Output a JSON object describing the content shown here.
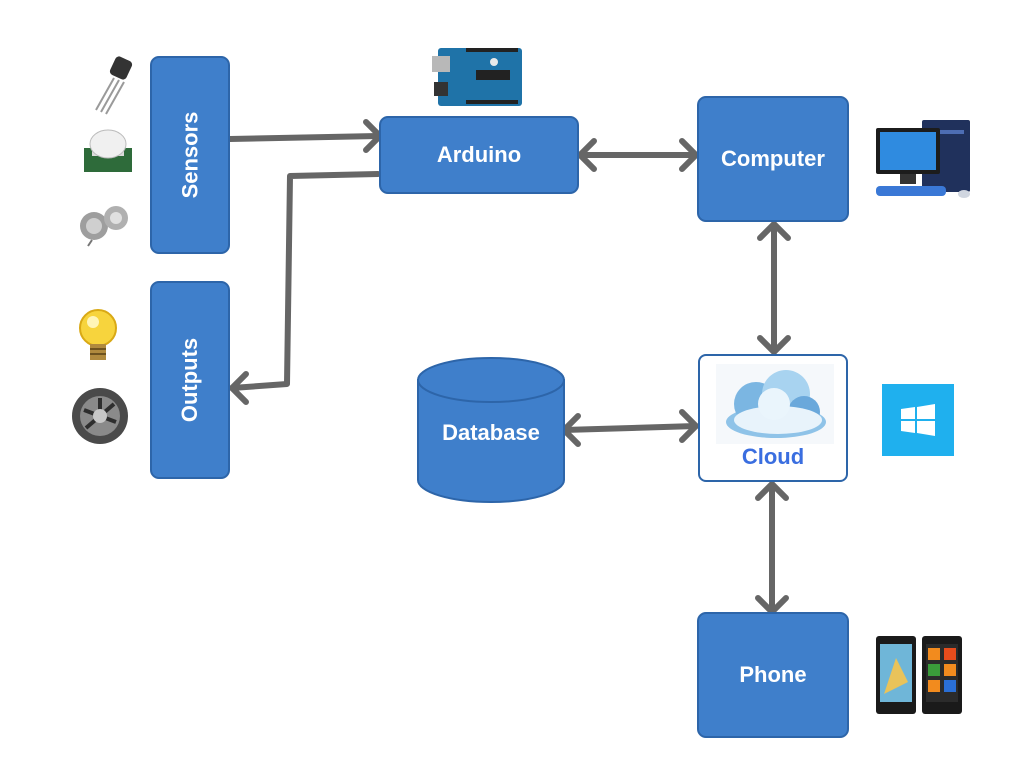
{
  "nodes": {
    "arduino": "Arduino",
    "computer": "Computer",
    "cloud": "Cloud",
    "phone": "Phone",
    "database": "Database",
    "sensors": "Sensors",
    "outputs": "Outputs"
  },
  "icons": [
    "temperature-sensor-icon",
    "pir-motion-sensor-icon",
    "gas-sensor-icon",
    "light-bulb-icon",
    "cooling-fan-icon",
    "arduino-board-icon",
    "desktop-computer-icon",
    "cloud-icon",
    "windows-logo-icon",
    "smartphones-icon"
  ],
  "colors": {
    "box_fill": "#3f7fcb",
    "box_border": "#2d65a9",
    "arrow": "#666666",
    "cloud_text": "#3a6ee0",
    "windows_logo": "#1fb0ee"
  }
}
